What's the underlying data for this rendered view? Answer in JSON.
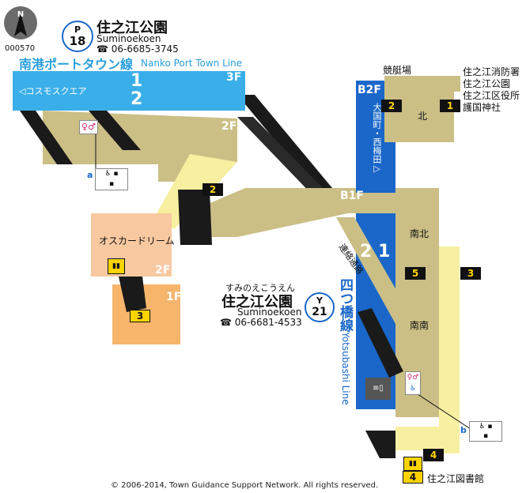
{
  "map_id": "000570",
  "compass": {
    "label": "N"
  },
  "station_p": {
    "line_letter": "P",
    "number": "18",
    "name": "住之江公園",
    "romaji": "Suminoekoen",
    "phone": "06-6685-3745"
  },
  "station_y": {
    "line_letter": "Y",
    "number": "21",
    "kana": "すみのえこうえん",
    "name": "住之江公園",
    "romaji": "Suminoekoen",
    "phone": "06-6681-4533"
  },
  "lines": {
    "nanko_jp": "南港ポートタウン線",
    "nanko_en": "Nanko Port Town Line",
    "yotsubashi_jp": "四つ橋線",
    "yotsubashi_en": "Yotsubashi Line"
  },
  "platform_3f": {
    "direction": "◁コスモスクエア",
    "track1": "1",
    "track2": "2",
    "floor": "3F"
  },
  "floors": {
    "f2_upper": "2F",
    "f2_oscar": "2F",
    "f1_oscar": "1F",
    "b1f": "B1F",
    "b2f": "B2F"
  },
  "platform_b2f": {
    "direction": "大国町・西梅田▷",
    "track2": "2",
    "track1": "1",
    "kita": "北",
    "nanboku": "南北",
    "minami": "南南",
    "renraku": "連絡通路"
  },
  "exits": {
    "e1": "1",
    "e2_top": "2",
    "e2_mid": "2",
    "e3_oscar": "3",
    "e3_right": "3",
    "e4_a": "4",
    "e4_b": "4",
    "e5": "5"
  },
  "facilities": {
    "oscar": "オスカードリーム",
    "kyoteijo": "競艇場",
    "dest_right": [
      "住之江消防署",
      "住之江公園",
      "住之江区役所",
      "護国神社"
    ],
    "library": "住之江図書館",
    "a_label": "a",
    "b_label": "b"
  },
  "copyright": "© 2006-2014, Town Guidance Support Network. All rights reserved.",
  "colors": {
    "corridor": "#cbbf86",
    "nanko_blue": "#3aaee8",
    "yotsubashi_blue": "#1a67c9",
    "yellow": "#f6f0a0",
    "peach": "#f8c9a0",
    "orange": "#f6b56a",
    "exit_yellow": "#ffd400"
  }
}
